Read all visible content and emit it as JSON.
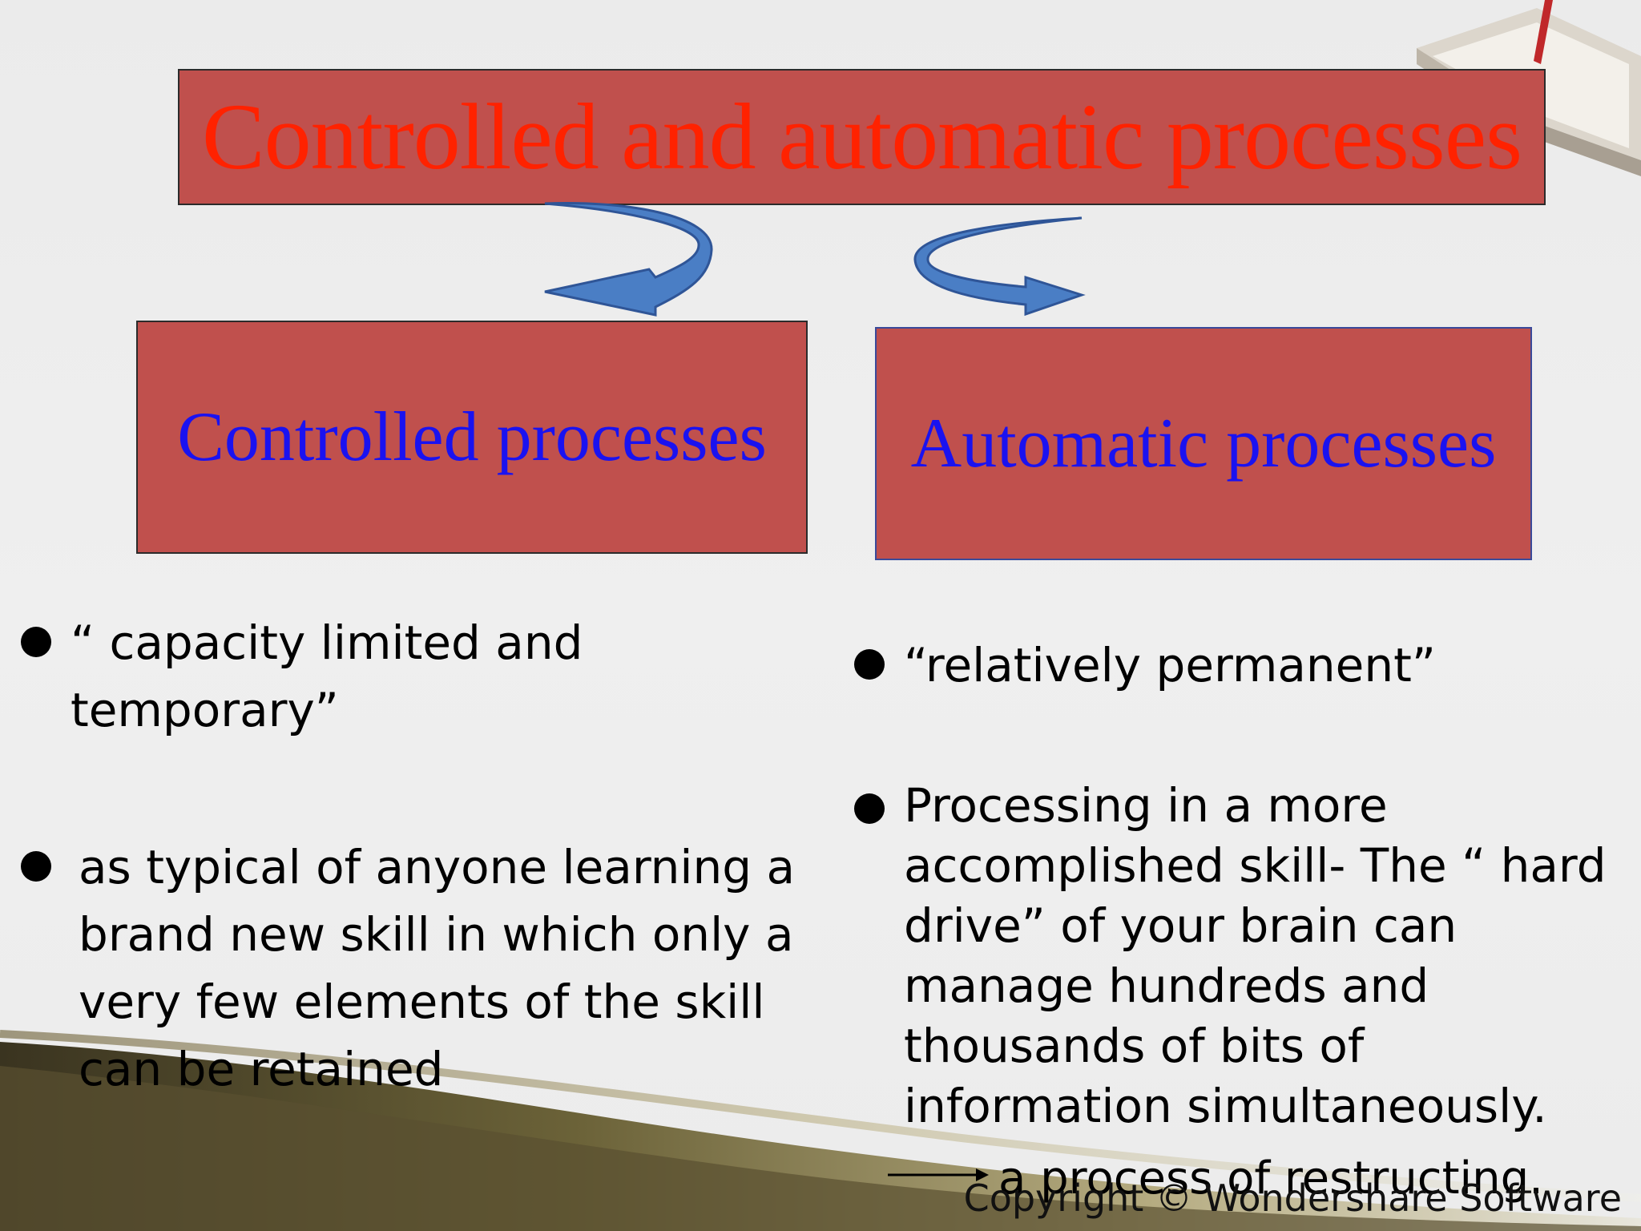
{
  "title": "Controlled and automatic processes",
  "left_box": "Controlled processes",
  "right_box": "Automatic processes",
  "left_bullets": [
    "“ capacity limited and\ntemporary”",
    "as typical of anyone learning a\nbrand new skill in which only a\nvery few elements of the skill\ncan be retained"
  ],
  "right_bullets": [
    "“relatively permanent”",
    "Processing in a more\naccomplished skill- The “ hard\ndrive” of your brain can\nmanage hundreds and\nthousands of bits of\ninformation simultaneously."
  ],
  "note": "a process of restructing.",
  "copyright": "Copyright © Wondershare Software",
  "colors": {
    "box_fill": "#c0504d",
    "title_text": "#ff2200",
    "subtitle_text": "#1a12f0",
    "arrow_fill": "#4a7ec5"
  },
  "icons": [
    "curved-arrow-left-icon",
    "curved-arrow-right-icon",
    "book-icon",
    "right-arrow-icon"
  ]
}
